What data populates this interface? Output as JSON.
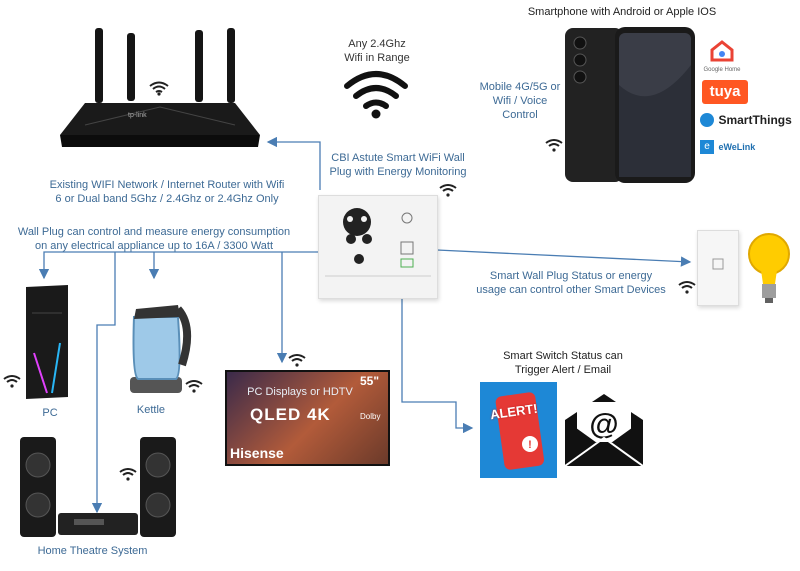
{
  "labels": {
    "phone_title": "Smartphone with Android or Apple IOS",
    "wifi_range": "Any 2.4Ghz\nWifi in Range",
    "mobile": "Mobile 4G/5G or\nWifi / Voice\nControl",
    "router": "Existing WIFI Network / Internet Router with Wifi\n6 or Dual band 5Ghz / 2.4Ghz or 2.4Ghz Only",
    "plug": "CBI Astute Smart WiFi Wall\nPlug with Energy Monitoring",
    "wallplug_desc": "Wall Plug can control and measure energy consumption\non any electrical appliance up to 16A / 3300 Watt",
    "smart_status": "Smart Wall Plug Status or energy\nusage can control other Smart Devices",
    "switch_status": "Smart Switch Status can\nTrigger Alert / Email",
    "pc": "PC",
    "kettle": "Kettle",
    "tv_overlay": "PC Displays or HDTV",
    "home_theatre": "Home Theatre System"
  },
  "apps": {
    "google_home": "Google Home",
    "tuya": "tuya",
    "smartthings": "SmartThings",
    "ewelink": "eWeLink"
  },
  "tv": {
    "brand": "Hisense",
    "size": "55\"",
    "tech": "QLED 4K",
    "dolby": "Dolby"
  },
  "alert_text": "ALERT!",
  "router_brand": "tp-link",
  "colors": {
    "label": "#3d6a95",
    "wire": "#4a7db3",
    "alert_bg": "#1e88d6",
    "alert_red": "#e53935"
  }
}
